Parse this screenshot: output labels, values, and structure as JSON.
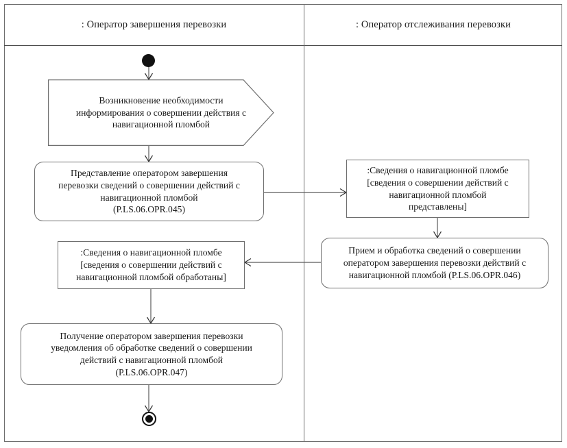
{
  "diagram": {
    "type": "uml-activity-diagram",
    "title_present": false,
    "lanes": [
      {
        "id": "left",
        "label": ": Оператор завершения перевозки"
      },
      {
        "id": "right",
        "label": ": Оператор отслеживания перевозки"
      }
    ],
    "nodes": {
      "start": {
        "kind": "initial-node",
        "lane": "left"
      },
      "signal": {
        "kind": "signal-receipt",
        "lane": "left",
        "text": "Возникновение необходимости\nинформирования о совершении действия с\nнавигационной пломбой"
      },
      "activity_1": {
        "kind": "activity",
        "lane": "left",
        "text": "Представление оператором завершения\nперевозки сведений о совершении действий с\nнавигационной пломбой\n(P.LS.06.OPR.045)",
        "code": "P.LS.06.OPR.045"
      },
      "object_1": {
        "kind": "object-node",
        "lane": "right",
        "text": ":Сведения о навигационной пломбе\n[сведения о совершении действий с\nнавигационной пломбой\nпредставлены]",
        "state": "представлены"
      },
      "activity_2": {
        "kind": "activity",
        "lane": "right",
        "text": "Прием и обработка сведений о совершении\nоператором завершения перевозки действий с\nнавигационной пломбой (P.LS.06.OPR.046)",
        "code": "P.LS.06.OPR.046"
      },
      "object_2": {
        "kind": "object-node",
        "lane": "left",
        "text": ":Сведения о навигационной пломбе\n[сведения о совершении действий с\nнавигационной пломбой обработаны]",
        "state": "обработаны"
      },
      "activity_3": {
        "kind": "activity",
        "lane": "left",
        "text": "Получение оператором завершения перевозки\nуведомления об обработке сведений о совершении\nдействий с навигационной пломбой\n(P.LS.06.OPR.047)",
        "code": "P.LS.06.OPR.047"
      },
      "end": {
        "kind": "final-node",
        "lane": "left"
      }
    },
    "edges": [
      {
        "from": "start",
        "to": "signal",
        "direction": "down"
      },
      {
        "from": "signal",
        "to": "activity_1",
        "direction": "down"
      },
      {
        "from": "activity_1",
        "to": "object_1",
        "direction": "right"
      },
      {
        "from": "object_1",
        "to": "activity_2",
        "direction": "down"
      },
      {
        "from": "activity_2",
        "to": "object_2",
        "direction": "left"
      },
      {
        "from": "object_2",
        "to": "activity_3",
        "direction": "down"
      },
      {
        "from": "activity_3",
        "to": "end",
        "direction": "down"
      }
    ],
    "colors": {
      "stroke": "#6e6e6e",
      "edge": "#5a5a5a",
      "text": "#1a1a1a",
      "background": "#ffffff",
      "node_fill": "#ffffff"
    }
  }
}
